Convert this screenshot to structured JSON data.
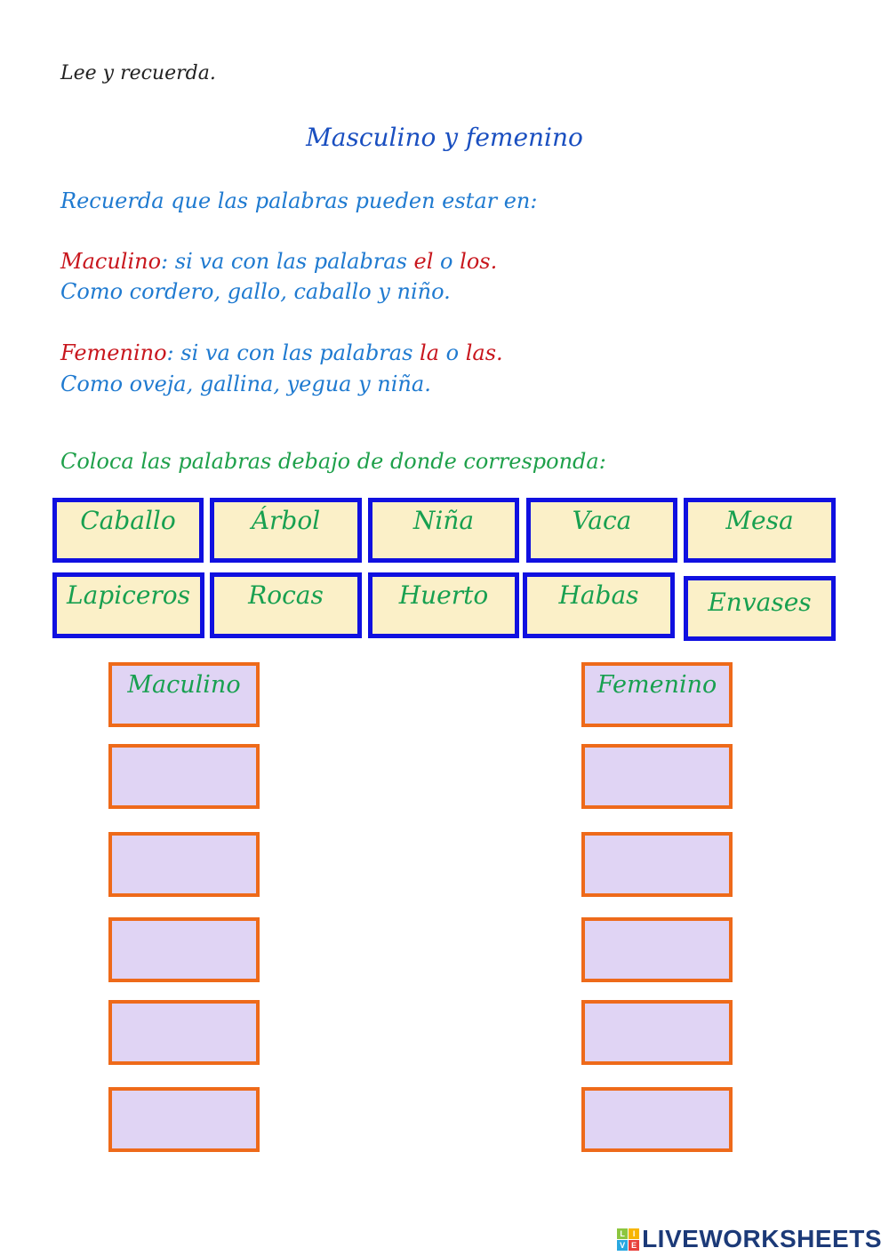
{
  "intro": "Lee y recuerda.",
  "title": "Masculino y femenino",
  "recuerda": "Recuerda que las palabras pueden estar en:",
  "masculino_rule": {
    "label": "Maculino",
    "colon_text": ": si va con las palabras ",
    "art1": "el",
    "middle": " o ",
    "art2": "los",
    "end": "."
  },
  "masculino_example": "Como cordero, gallo, caballo y niño.",
  "femenino_rule": {
    "label": "Femenino",
    "colon_text": ": si va con las palabras ",
    "art1": "la",
    "middle": " o ",
    "art2": "las",
    "end": "."
  },
  "femenino_example": "Como oveja, gallina, yegua y niña.",
  "instruction": "Coloca las palabras debajo de donde corresponda:",
  "words": [
    "Caballo",
    "Árbol",
    "Niña",
    "Vaca",
    "Mesa",
    "Lapiceros",
    "Rocas",
    "Huerto",
    "Habas",
    "Envases"
  ],
  "columns": {
    "masculino": {
      "header": "Maculino",
      "slots": 6
    },
    "femenino": {
      "header": "Femenino",
      "slots": 6
    }
  },
  "colors": {
    "title_blue": "#1a4fc0",
    "text_blue": "#1f7ad0",
    "accent_red": "#c8161d",
    "instruction_green": "#1ea04a",
    "word_border": "#1010e0",
    "word_bg": "#fbf0c8",
    "drop_border": "#ee6a1a",
    "drop_bg": "#e0d4f4"
  },
  "footer": {
    "logo_letters": [
      "L",
      "I",
      "V",
      "E"
    ],
    "logo_text": "LIVEWORKSHEETS"
  }
}
